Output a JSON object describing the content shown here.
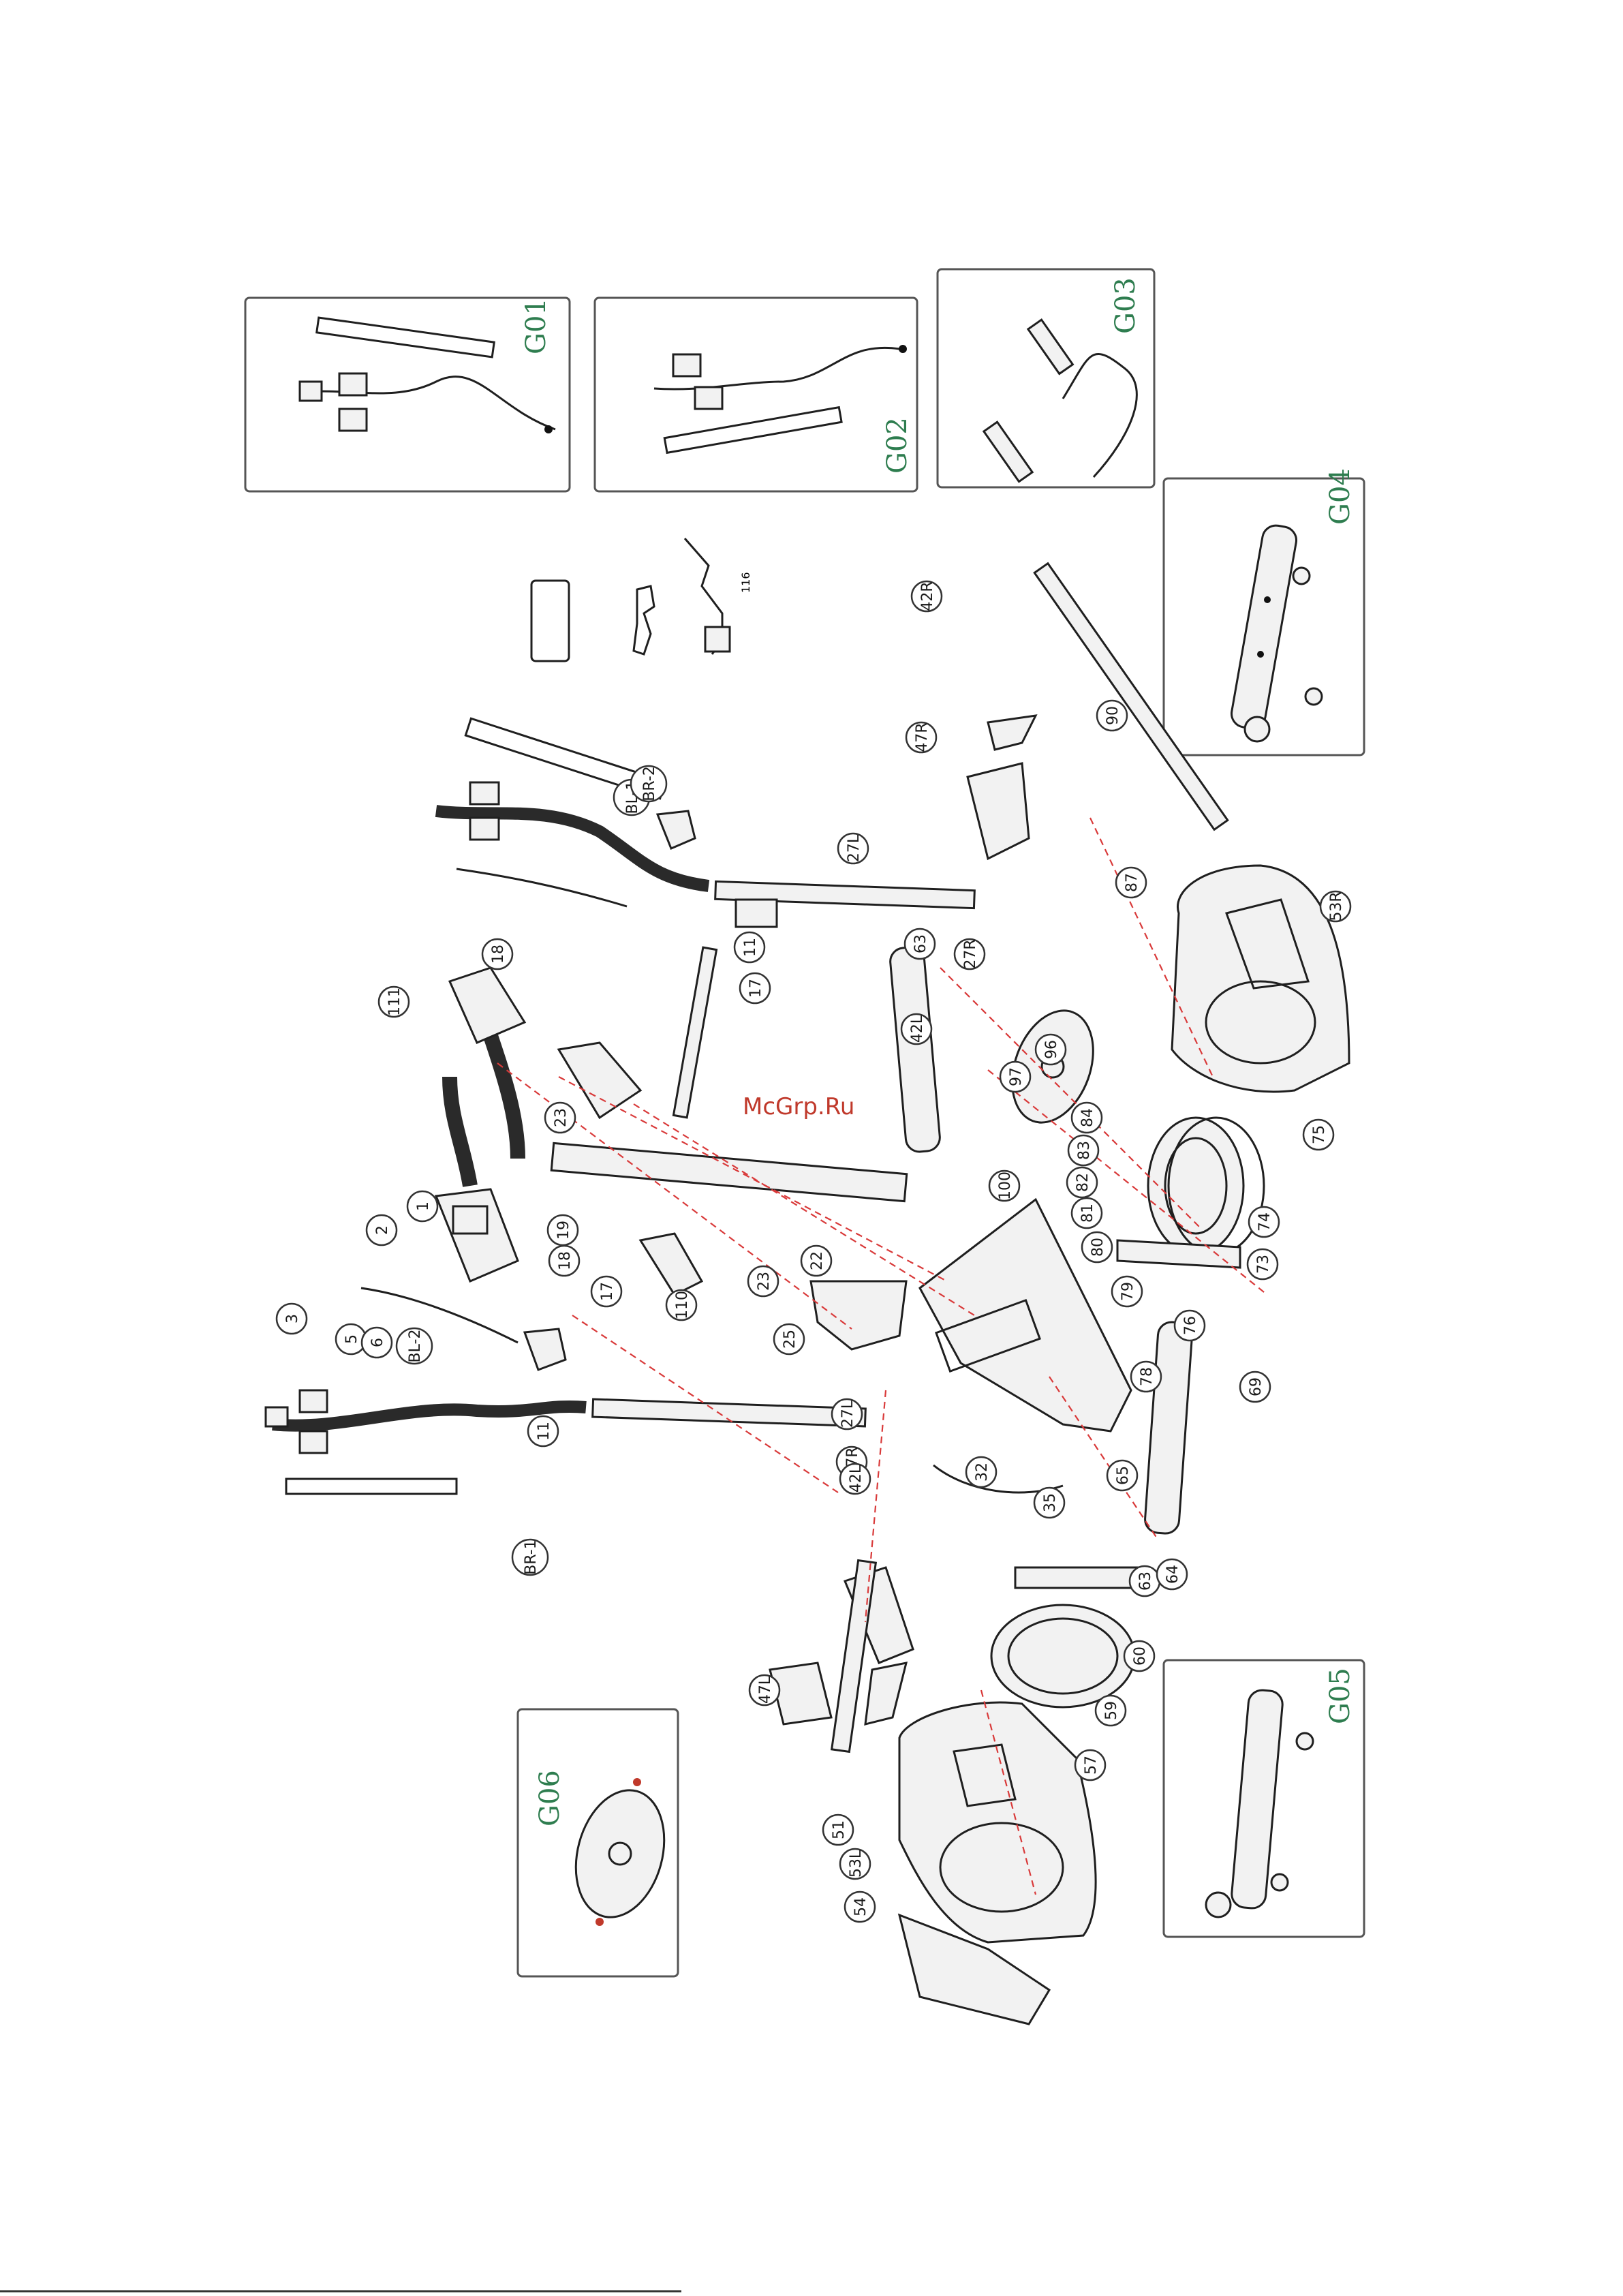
{
  "watermark": "McGrp.Ru",
  "groups": [
    "G01",
    "G02",
    "G03",
    "G04",
    "G05",
    "G06"
  ],
  "tool_label": "116",
  "callouts": [
    "1",
    "2",
    "3",
    "5",
    "6",
    "11",
    "11",
    "17",
    "17",
    "18",
    "18",
    "19",
    "22",
    "23",
    "23",
    "25",
    "27L",
    "27L",
    "27R",
    "27R",
    "32",
    "35",
    "42L",
    "42L",
    "42R",
    "47L",
    "47R",
    "51",
    "53L",
    "53R",
    "54",
    "57",
    "59",
    "60",
    "63",
    "63",
    "64",
    "65",
    "69",
    "73",
    "74",
    "75",
    "76",
    "78",
    "79",
    "80",
    "81",
    "82",
    "83",
    "84",
    "87",
    "90",
    "96",
    "97",
    "100",
    "110",
    "111",
    "BL-1",
    "BL-2",
    "BR-1",
    "BR-2"
  ],
  "colors": {
    "line": "#1f1f1f",
    "guide": "#d93a3a",
    "group_label": "#2e7d4f",
    "watermark": "#c0392b"
  }
}
